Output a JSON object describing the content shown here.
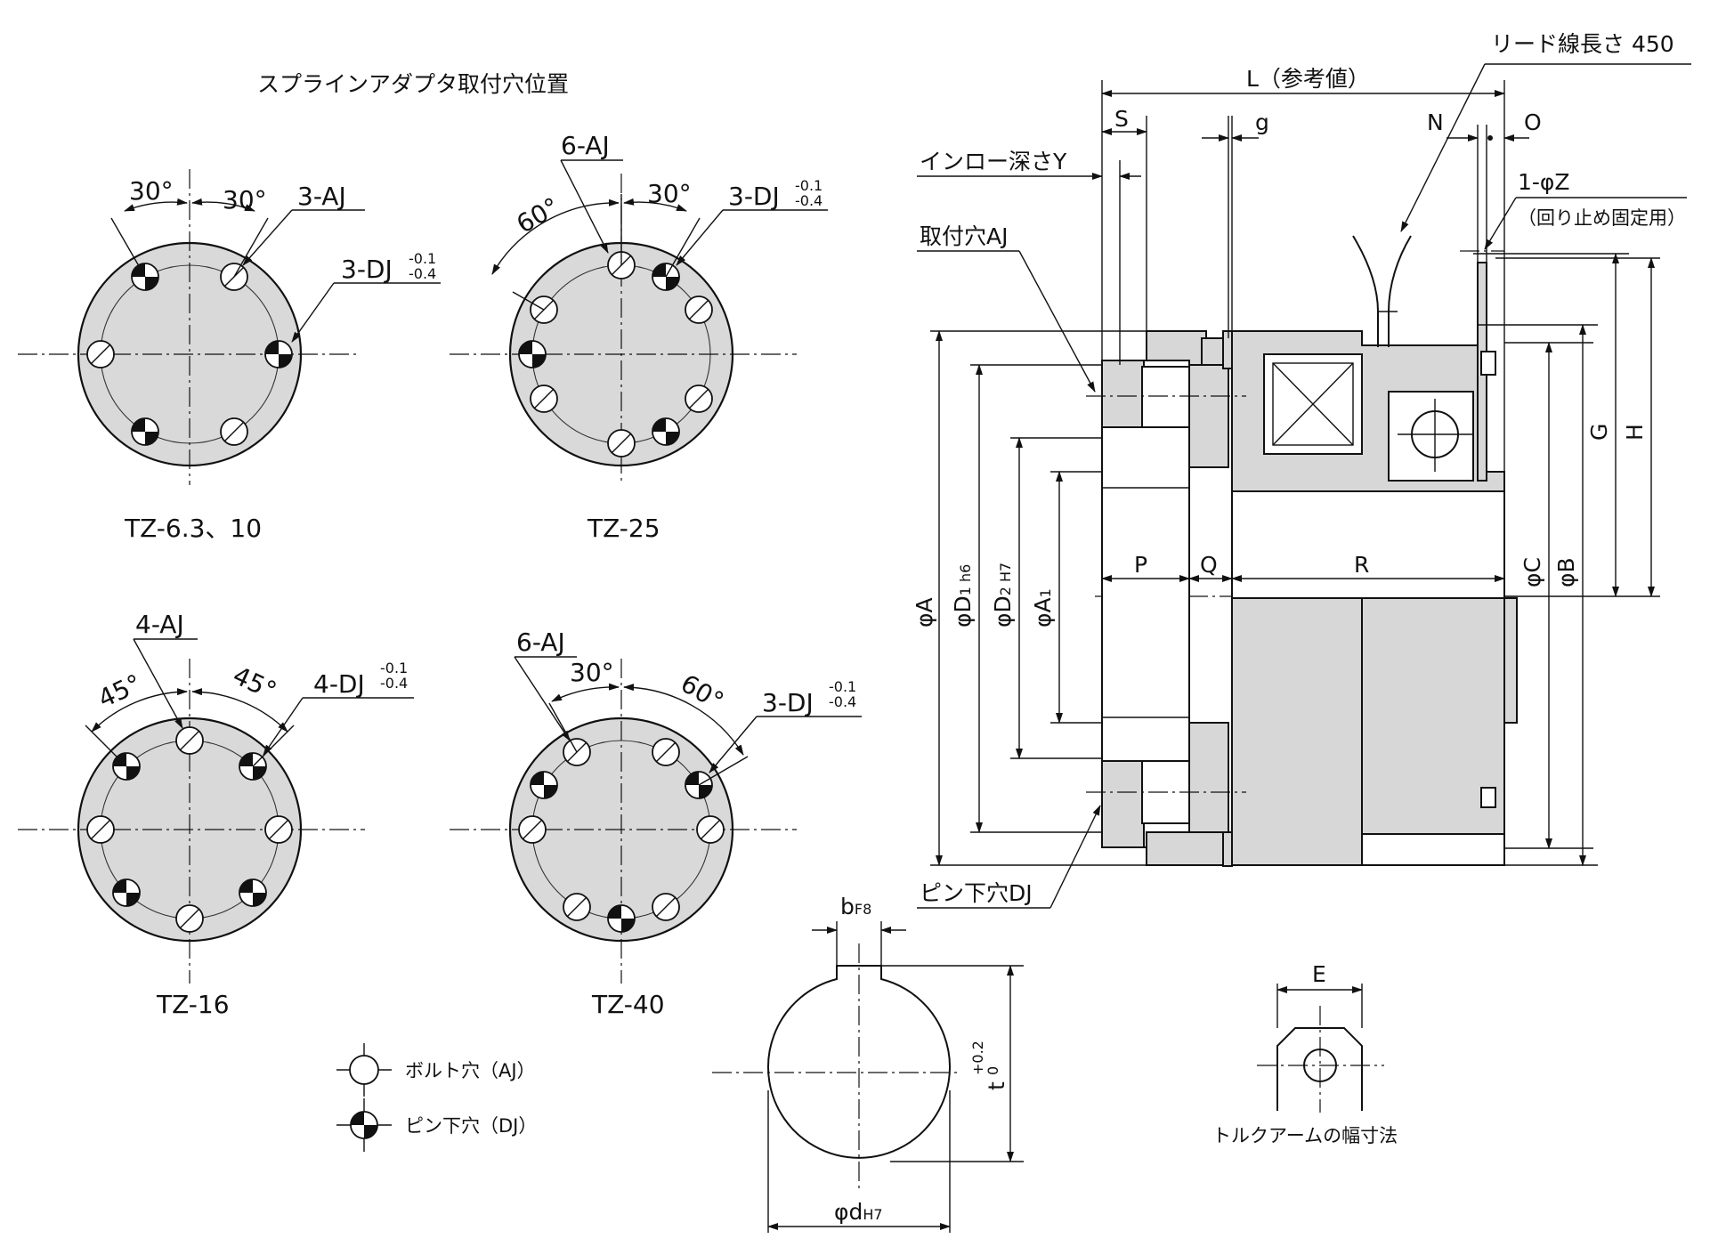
{
  "left": {
    "title": "スプラインアダプタ取付穴位置",
    "flanges": [
      {
        "model": "TZ-6.3、10",
        "bolt": "3-AJ",
        "pin_base": "3-DJ",
        "pin_sup": "-0.1",
        "pin_sub": "-0.4",
        "angle1": "30°",
        "angle2": "30°"
      },
      {
        "model": "TZ-25",
        "bolt": "6-AJ",
        "pin_base": "3-DJ",
        "pin_sup": "-0.1",
        "pin_sub": "-0.4",
        "angle1": "60°",
        "angle2": "30°"
      },
      {
        "model": "TZ-16",
        "bolt": "4-AJ",
        "pin_base": "4-DJ",
        "pin_sup": "-0.1",
        "pin_sub": "-0.4",
        "angle1": "45°",
        "angle2": "45°"
      },
      {
        "model": "TZ-40",
        "bolt": "6-AJ",
        "pin_base": "3-DJ",
        "pin_sup": "-0.1",
        "pin_sub": "-0.4",
        "angle1": "30°",
        "angle2": "60°"
      }
    ],
    "legend": [
      {
        "label": "ボルト穴（AJ）"
      },
      {
        "label": "ピン下穴（DJ）"
      }
    ]
  },
  "side_view": {
    "lead_wire": "リード線長さ 450",
    "L_label": "L（参考値）",
    "S": "S",
    "g": "g",
    "N": "N",
    "O": "O",
    "inlow": "インロー深さY",
    "mount_hole": "取付穴AJ",
    "phiZ": "1-φZ",
    "phiZ_note": "（回り止め固定用）",
    "G": "G",
    "H": "H",
    "P": "P",
    "Q": "Q",
    "R": "R",
    "phiA": "φA",
    "phiD1_base": "φD",
    "phiD1_sub": "1 h6",
    "phiD2_base": "φD",
    "phiD2_sub": "2 H7",
    "phiA1_base": "φA",
    "phiA1_sub": "1",
    "phiC": "φC",
    "phiB": "φB",
    "pin_hole": "ピン下穴DJ"
  },
  "bore": {
    "b_base": "b",
    "b_sub": "F8",
    "t_base": "t",
    "t_sup": "+0.2",
    "t_sub": "0",
    "d_base": "φd",
    "d_sub": "H7"
  },
  "torque_arm": {
    "E": "E",
    "caption": "トルクアームの幅寸法"
  }
}
